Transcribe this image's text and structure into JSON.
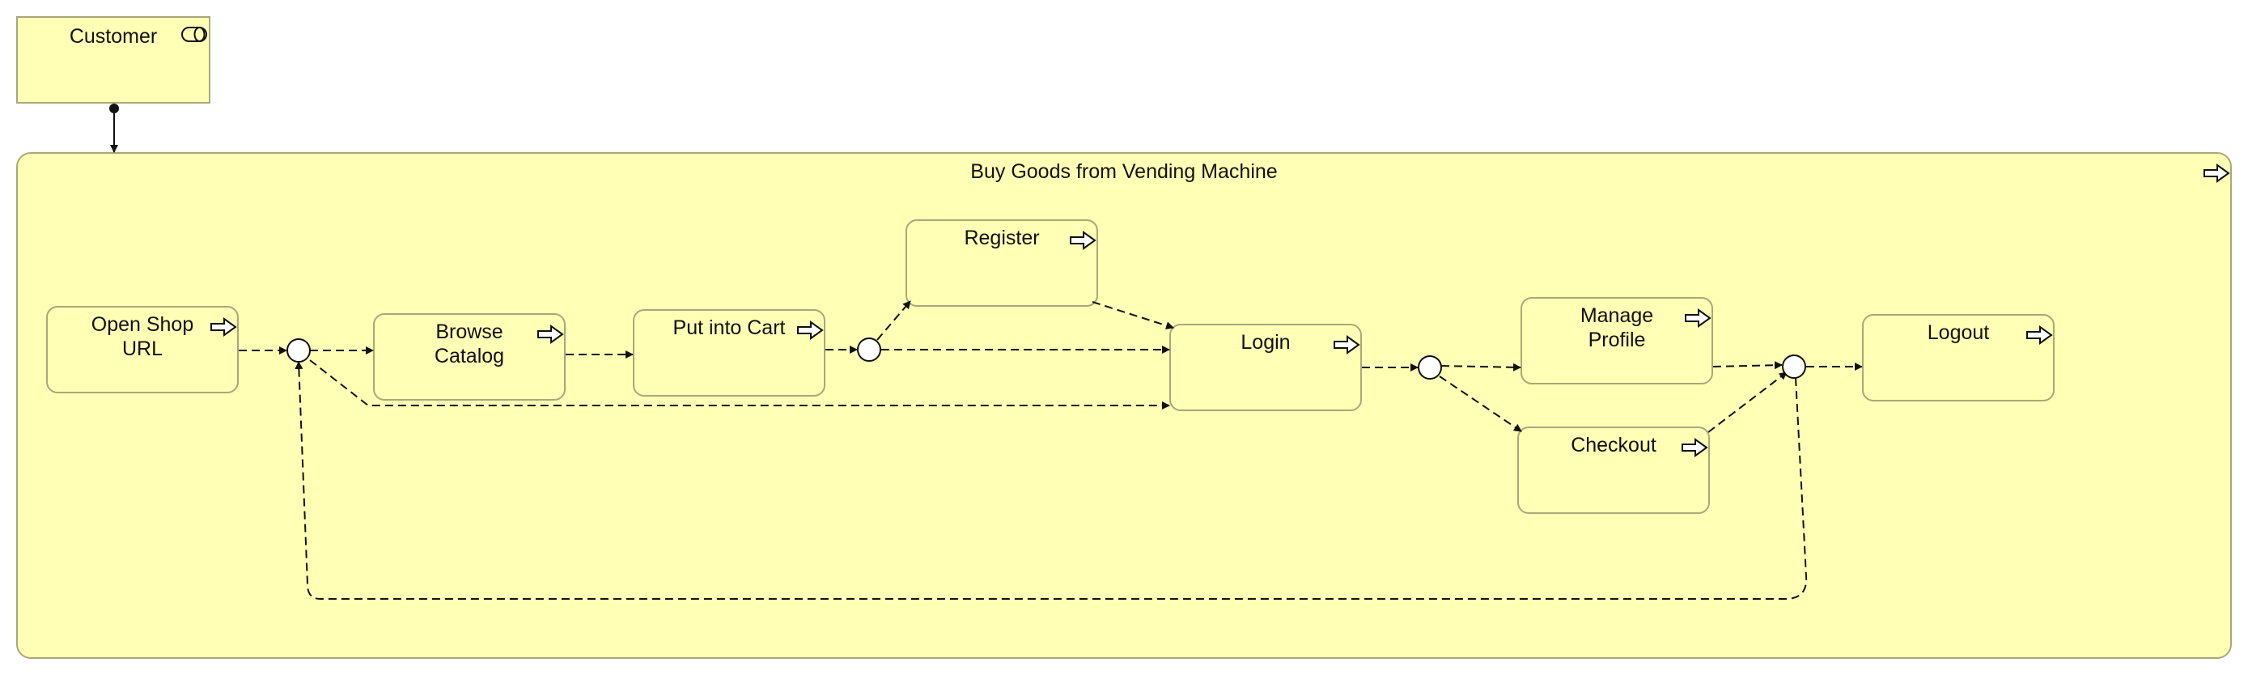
{
  "diagram": {
    "actor": {
      "label": "Customer",
      "icon": "business-role-icon"
    },
    "container": {
      "title": "Buy Goods from Vending Machine",
      "icon": "process-arrow-icon"
    },
    "processes": [
      {
        "id": "open-shop-url",
        "label": "Open Shop\nURL",
        "icon": "process-arrow-icon"
      },
      {
        "id": "browse-catalog",
        "label": "Browse\nCatalog",
        "icon": "process-arrow-icon"
      },
      {
        "id": "put-into-cart",
        "label": "Put into Cart",
        "icon": "process-arrow-icon"
      },
      {
        "id": "register",
        "label": "Register",
        "icon": "process-arrow-icon"
      },
      {
        "id": "login",
        "label": "Login",
        "icon": "process-arrow-icon"
      },
      {
        "id": "manage-profile",
        "label": "Manage\nProfile",
        "icon": "process-arrow-icon"
      },
      {
        "id": "checkout",
        "label": "Checkout",
        "icon": "process-arrow-icon"
      },
      {
        "id": "logout",
        "label": "Logout",
        "icon": "process-arrow-icon"
      }
    ],
    "junctions": [
      "junction-1",
      "junction-2",
      "junction-3",
      "junction-4"
    ],
    "colors": {
      "fill": "#ffffb5",
      "border": "#a8a87a",
      "line": "#111111"
    }
  }
}
